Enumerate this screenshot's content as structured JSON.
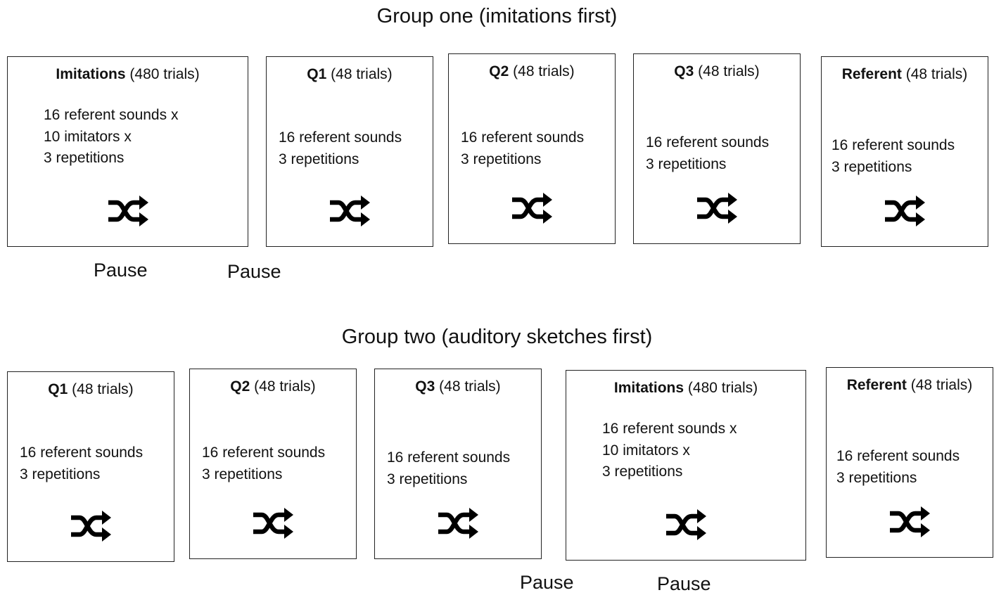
{
  "groups": [
    {
      "title": "Group one (imitations first)",
      "blocks": [
        {
          "name": "Imitations",
          "trials": "(480 trials)",
          "lines": [
            "16 referent sounds x",
            "10 imitators x",
            "3 repetitions"
          ],
          "icon": "shuffle-icon"
        },
        {
          "name": "Q1",
          "trials": "(48 trials)",
          "lines": [
            "16 referent sounds",
            "3 repetitions"
          ],
          "icon": "shuffle-icon"
        },
        {
          "name": "Q2",
          "trials": "(48 trials)",
          "lines": [
            "16 referent sounds",
            "3 repetitions"
          ],
          "icon": "shuffle-icon"
        },
        {
          "name": "Q3",
          "trials": "(48 trials)",
          "lines": [
            "16 referent sounds",
            "3 repetitions"
          ],
          "icon": "shuffle-icon"
        },
        {
          "name": "Referent",
          "trials": "(48 trials)",
          "lines": [
            "16 referent sounds",
            "3 repetitions"
          ],
          "icon": "shuffle-icon"
        }
      ],
      "pauses": [
        "Pause",
        "Pause"
      ]
    },
    {
      "title": "Group two (auditory sketches first)",
      "blocks": [
        {
          "name": "Q1",
          "trials": "(48 trials)",
          "lines": [
            "16 referent sounds",
            "3 repetitions"
          ],
          "icon": "shuffle-icon"
        },
        {
          "name": "Q2",
          "trials": "(48 trials)",
          "lines": [
            "16 referent sounds",
            "3 repetitions"
          ],
          "icon": "shuffle-icon"
        },
        {
          "name": "Q3",
          "trials": "(48 trials)",
          "lines": [
            "16 referent sounds",
            "3 repetitions"
          ],
          "icon": "shuffle-icon"
        },
        {
          "name": "Imitations",
          "trials": "(480 trials)",
          "lines": [
            "16 referent sounds x",
            "10 imitators x",
            "3 repetitions"
          ],
          "icon": "shuffle-icon"
        },
        {
          "name": "Referent",
          "trials": "(48 trials)",
          "lines": [
            "16 referent sounds",
            "3 repetitions"
          ],
          "icon": "shuffle-icon"
        }
      ],
      "pauses": [
        "Pause",
        "Pause"
      ]
    }
  ]
}
